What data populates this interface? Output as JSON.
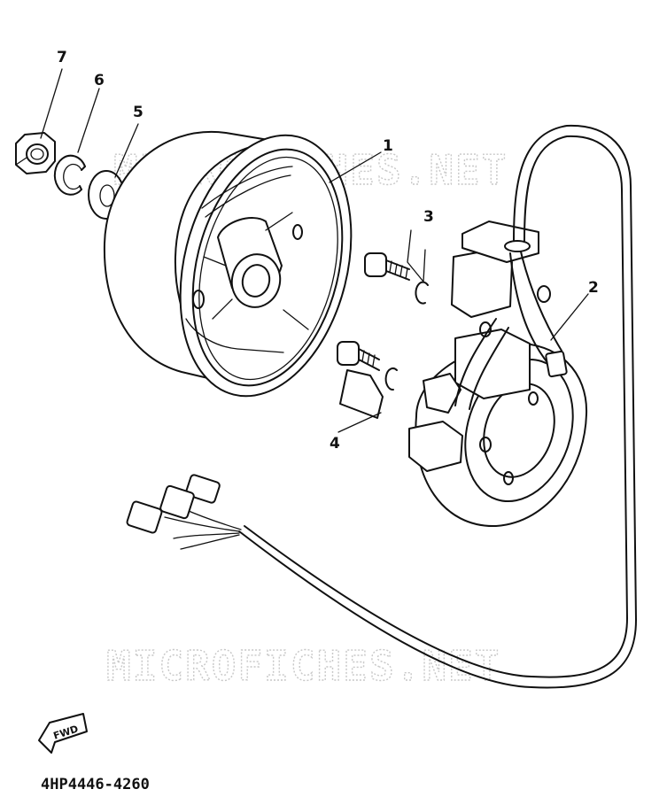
{
  "watermark": {
    "text_top": "MICROFICHES.NET",
    "text_bottom": "MICROFICHES.NET"
  },
  "callouts": {
    "part_1": "1",
    "part_2": "2",
    "part_3": "3",
    "part_4": "4",
    "part_5": "5",
    "part_6": "6",
    "part_7": "7"
  },
  "fwd_label": "FWD",
  "diagram_number": "4HP4446-4260",
  "colors": {
    "ink": "#111111",
    "paper": "#ffffff",
    "watermark": "#c8c8c8"
  }
}
